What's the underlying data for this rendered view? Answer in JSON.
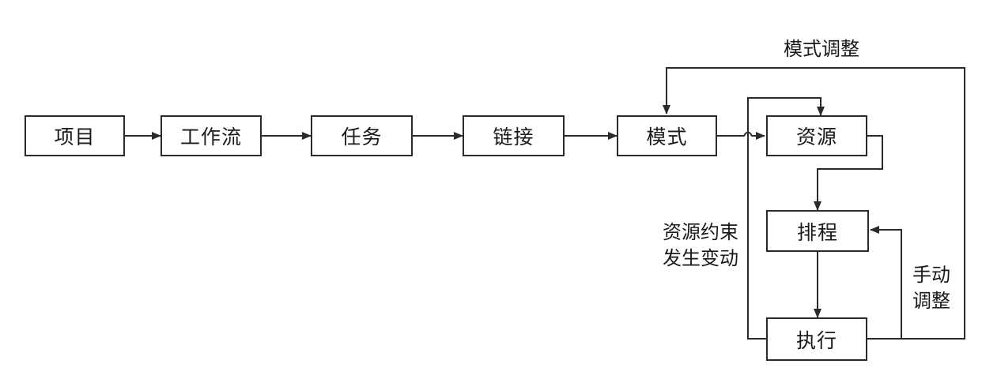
{
  "nodes": {
    "project": "项目",
    "workflow": "工作流",
    "task": "任务",
    "link": "链接",
    "mode": "模式",
    "resource": "资源",
    "schedule": "排程",
    "execute": "执行"
  },
  "edge_labels": {
    "mode_adjust": "模式调整",
    "constraint_line1": "资源约束",
    "constraint_line2": "发生变动",
    "manual_line1": "手动",
    "manual_line2": "调整"
  },
  "colors": {
    "stroke": "#2a2a2a",
    "text": "#1a1a1a",
    "background": "#ffffff"
  }
}
